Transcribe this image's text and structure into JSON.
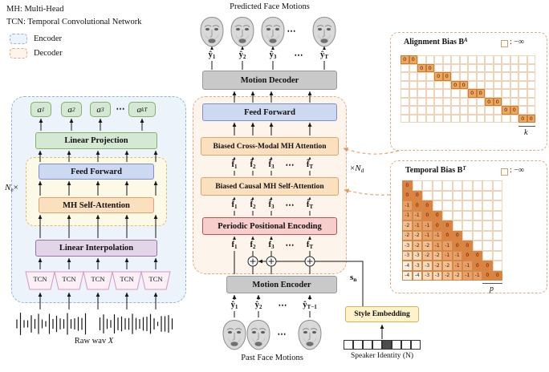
{
  "legend": {
    "mh": "MH: Multi-Head",
    "tcn": "TCN: Temporal Convolutional Network",
    "encoder_label": "Encoder",
    "decoder_label": "Decoder"
  },
  "encoder": {
    "multiplier": {
      "base": "N",
      "sub": "e",
      "suffix": "×"
    },
    "outputs": [
      {
        "base": "a",
        "sub": "1"
      },
      {
        "base": "a",
        "sub": "2"
      },
      {
        "base": "a",
        "sub": "3"
      },
      {
        "dots": "⋯"
      },
      {
        "base": "a",
        "sub": "kT"
      }
    ],
    "linear_projection": "Linear Projection",
    "feed_forward": "Feed Forward",
    "mh_self_attention": "MH Self-Attention",
    "linear_interpolation": "Linear Interpolation",
    "tcn": "TCN",
    "raw_wav": {
      "text": "Raw wav ",
      "var": "X"
    }
  },
  "decoder": {
    "predicted_title": "Predicted Face Motions",
    "past_title": "Past Face Motions",
    "face_dots": "⋯",
    "multiplier": {
      "prefix": "×",
      "base": "N",
      "sub": "d"
    },
    "motion_decoder": "Motion Decoder",
    "feed_forward": "Feed Forward",
    "cross_modal_attention": "Biased Cross-Modal MH Attention",
    "causal_self_attention": "Biased Causal MH Self-Attention",
    "positional_encoding": "Periodic Positional Encoding",
    "motion_encoder": "Motion Encoder",
    "predicted_labels": [
      {
        "base": "ŷ",
        "sub": "1"
      },
      {
        "base": "ŷ",
        "sub": "2"
      },
      {
        "base": "ŷ",
        "sub": "3"
      },
      {
        "dots": "⋯"
      },
      {
        "base": "ŷ",
        "sub": "T"
      }
    ],
    "ftilde_labels": [
      {
        "base": "f̃",
        "sub": "1"
      },
      {
        "base": "f̃",
        "sub": "2"
      },
      {
        "base": "f̃",
        "sub": "3"
      },
      {
        "dots": "⋯"
      },
      {
        "base": "f̃",
        "sub": "T"
      }
    ],
    "fhat_labels": [
      {
        "base": "f̂",
        "sub": "1"
      },
      {
        "base": "f̂",
        "sub": "2"
      },
      {
        "base": "f̂",
        "sub": "3"
      },
      {
        "dots": "⋯"
      },
      {
        "base": "f̂",
        "sub": "T"
      }
    ],
    "f_labels": [
      {
        "base": "f",
        "sub": "1"
      },
      {
        "base": "f",
        "sub": "2"
      },
      {
        "base": "f",
        "sub": "3"
      },
      {
        "dots": "⋯"
      },
      {
        "base": "f",
        "sub": "T"
      }
    ],
    "past_labels": [
      {
        "base": "ŷ",
        "sub": "1"
      },
      {
        "base": "ŷ",
        "sub": "2"
      },
      {
        "dots": "⋯"
      },
      {
        "base": "ŷ",
        "sub": "T−1"
      }
    ]
  },
  "style_branch": {
    "s_label": {
      "base": "s",
      "sub": "n"
    },
    "style_embedding": "Style Embedding",
    "speaker_identity": "Speaker Identity (N)",
    "onehot_len": 8,
    "onehot_active": 4
  },
  "alignment_bias": {
    "title": "Alignment Bias ",
    "matrix_symbol": "B",
    "superscript": "A",
    "neg_inf_legend": ": −∞",
    "rows": 8,
    "cols": 16,
    "k": 2,
    "cell_text": "0",
    "k_label": "k"
  },
  "temporal_bias": {
    "title": "Temporal Bias ",
    "matrix_symbol": "B",
    "superscript": "T",
    "neg_inf_legend": ": −∞",
    "p_label": "p",
    "size": 10,
    "rows": [
      [
        0
      ],
      [
        0,
        0
      ],
      [
        -1,
        0,
        0
      ],
      [
        -1,
        -1,
        0,
        0
      ],
      [
        -2,
        -1,
        -1,
        0,
        0
      ],
      [
        -2,
        -2,
        -1,
        -1,
        0,
        0
      ],
      [
        -3,
        -2,
        -2,
        -1,
        -1,
        0,
        0
      ],
      [
        -3,
        -3,
        -2,
        -2,
        -1,
        -1,
        0,
        0
      ],
      [
        -4,
        -3,
        -3,
        -2,
        -2,
        -1,
        -1,
        0,
        0
      ],
      [
        -4,
        -4,
        -3,
        -3,
        -2,
        -2,
        -1,
        -1,
        0,
        0
      ]
    ]
  },
  "colors": {
    "encoder_border": "#8fb4dd",
    "encoder_bg": "#ecf3fb",
    "decoder_border": "#e8a87c",
    "decoder_bg": "#fdf4ec",
    "green_bg": "#d5e8d4",
    "green_border": "#82b366",
    "blue_bg": "#ccd9f1",
    "blue_border": "#8090c7",
    "orange_bg": "#fbe0c0",
    "orange_border": "#dca36f",
    "purple_bg": "#e1d5e7",
    "purple_border": "#9673a6",
    "pink_bg": "#f8cecc",
    "pink_border": "#b85450",
    "gray_bg": "#c9c9c9",
    "style_bg": "#fff2cc",
    "style_border": "#d6b656",
    "tcn_bg": "#fcf0f7",
    "tcn_border": "#d894c0",
    "matrix_cell_on": "#eda75f",
    "value_colors": {
      "0": "#e0823f",
      "-1": "#ea9f66",
      "-2": "#f2bf92",
      "-3": "#f8dabc",
      "-4": "#fcefe2"
    }
  }
}
